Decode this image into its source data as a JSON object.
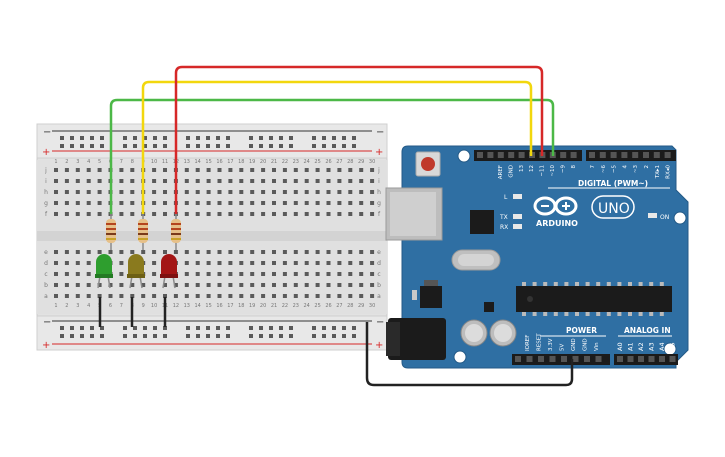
{
  "breadboard": {
    "column_numbers": [
      "1",
      "2",
      "3",
      "4",
      "5",
      "6",
      "7",
      "8",
      "9",
      "10",
      "11",
      "12",
      "13",
      "14",
      "15",
      "16",
      "17",
      "18",
      "19",
      "20",
      "21",
      "22",
      "23",
      "24",
      "25",
      "26",
      "27",
      "28",
      "29",
      "30"
    ],
    "rows_top": [
      "j",
      "i",
      "h",
      "g",
      "f"
    ],
    "rows_bottom": [
      "e",
      "d",
      "c",
      "b",
      "a"
    ],
    "plus_label": "+",
    "minus_label": "−"
  },
  "arduino": {
    "logo_text": "UNO",
    "brand_text": "ARDUINO",
    "digital_label": "DIGITAL (PWM~)",
    "power_label": "POWER",
    "analog_label": "ANALOG IN",
    "on_label": "ON",
    "l_label": "L",
    "tx_label": "TX",
    "rx_label": "RX",
    "top_header_pins": [
      "AREF",
      "GND",
      "13",
      "12",
      "~11",
      "~10",
      "~9",
      "8",
      "7",
      "~6",
      "~5",
      "4",
      "~3",
      "2",
      "TX▸1",
      "RX◂0"
    ],
    "power_pins": [
      "IOREF",
      "RESET",
      "3.3V",
      "5V",
      "GND",
      "GND",
      "Vin"
    ],
    "analog_pins": [
      "A0",
      "A1",
      "A2",
      "A3",
      "A4",
      "A5"
    ]
  },
  "colors": {
    "board_blue": "#2f6fa3",
    "wire_red": "#d62828",
    "wire_yellow": "#f2d70d",
    "wire_green": "#4cb847",
    "wire_black": "#222222",
    "led_green": "#2e9e2e",
    "led_yellow": "#8a7a1e",
    "led_red": "#a31515"
  }
}
